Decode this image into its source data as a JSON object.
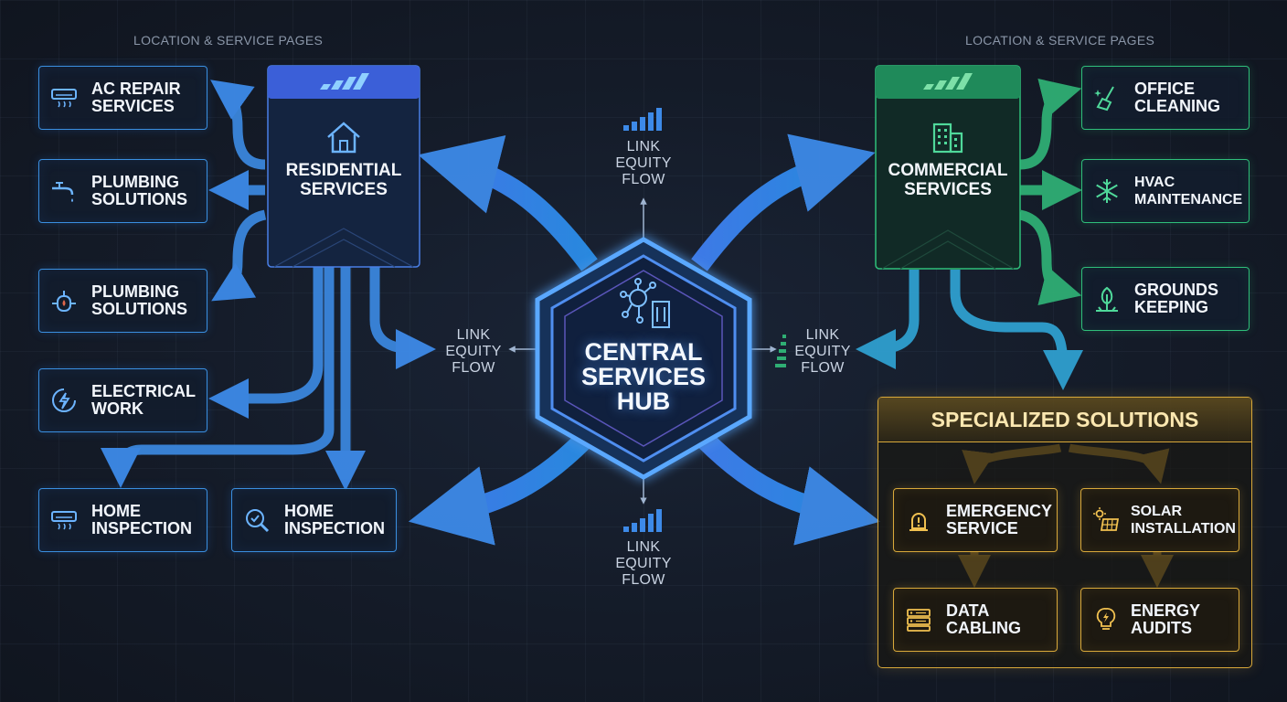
{
  "labels": {
    "left_section": "LOCATION & SERVICE PAGES",
    "right_section": "LOCATION & SERVICE PAGES"
  },
  "hub": {
    "line1": "CENTRAL",
    "line2": "SERVICES",
    "line3": "HUB",
    "icon": "network-building-icon"
  },
  "link_flow": {
    "line1": "LINK",
    "line2": "EQUITY",
    "line3": "FLOW"
  },
  "residential": {
    "title_line1": "RESIDENTIAL",
    "title_line2": "SERVICES",
    "icon": "house-icon",
    "items": [
      {
        "line1": "AC REPAIR",
        "line2": "SERVICES",
        "icon": "air-conditioner-icon"
      },
      {
        "line1": "PLUMBING",
        "line2": "SOLUTIONS",
        "icon": "faucet-icon"
      },
      {
        "line1": "PLUMBING",
        "line2": "SOLUTIONS",
        "icon": "water-heater-icon"
      },
      {
        "line1": "ELECTRICAL",
        "line2": "WORK",
        "icon": "electric-bolt-icon"
      },
      {
        "line1": "HOME",
        "line2": "INSPECTION",
        "icon": "air-conditioner-icon"
      },
      {
        "line1": "HOME",
        "line2": "INSPECTION",
        "icon": "magnifier-check-icon"
      }
    ]
  },
  "commercial": {
    "title_line1": "COMMERCIAL",
    "title_line2": "SERVICES",
    "icon": "office-building-icon",
    "items": [
      {
        "line1": "OFFICE",
        "line2": "CLEANING",
        "icon": "broom-sparkle-icon"
      },
      {
        "line1": "HVAC",
        "line2": "MAINTENANCE",
        "icon": "snowflake-icon"
      },
      {
        "line1": "GROUNDS",
        "line2": "KEEPING",
        "icon": "tree-icon"
      }
    ]
  },
  "specialized": {
    "title": "SPECIALIZED SOLUTIONS",
    "items": [
      {
        "line1": "EMERGENCY",
        "line2": "SERVICE",
        "icon": "siren-icon"
      },
      {
        "line1": "SOLAR",
        "line2": "INSTALLATION",
        "icon": "solar-panel-icon"
      },
      {
        "line1": "DATA",
        "line2": "CABLING",
        "icon": "server-icon"
      },
      {
        "line1": "ENERGY",
        "line2": "AUDITS",
        "icon": "lightbulb-icon"
      }
    ]
  },
  "colors": {
    "blue": "#3a8fe0",
    "green": "#2fbf7a",
    "gold": "#d9a93a",
    "background": "#141b28"
  }
}
